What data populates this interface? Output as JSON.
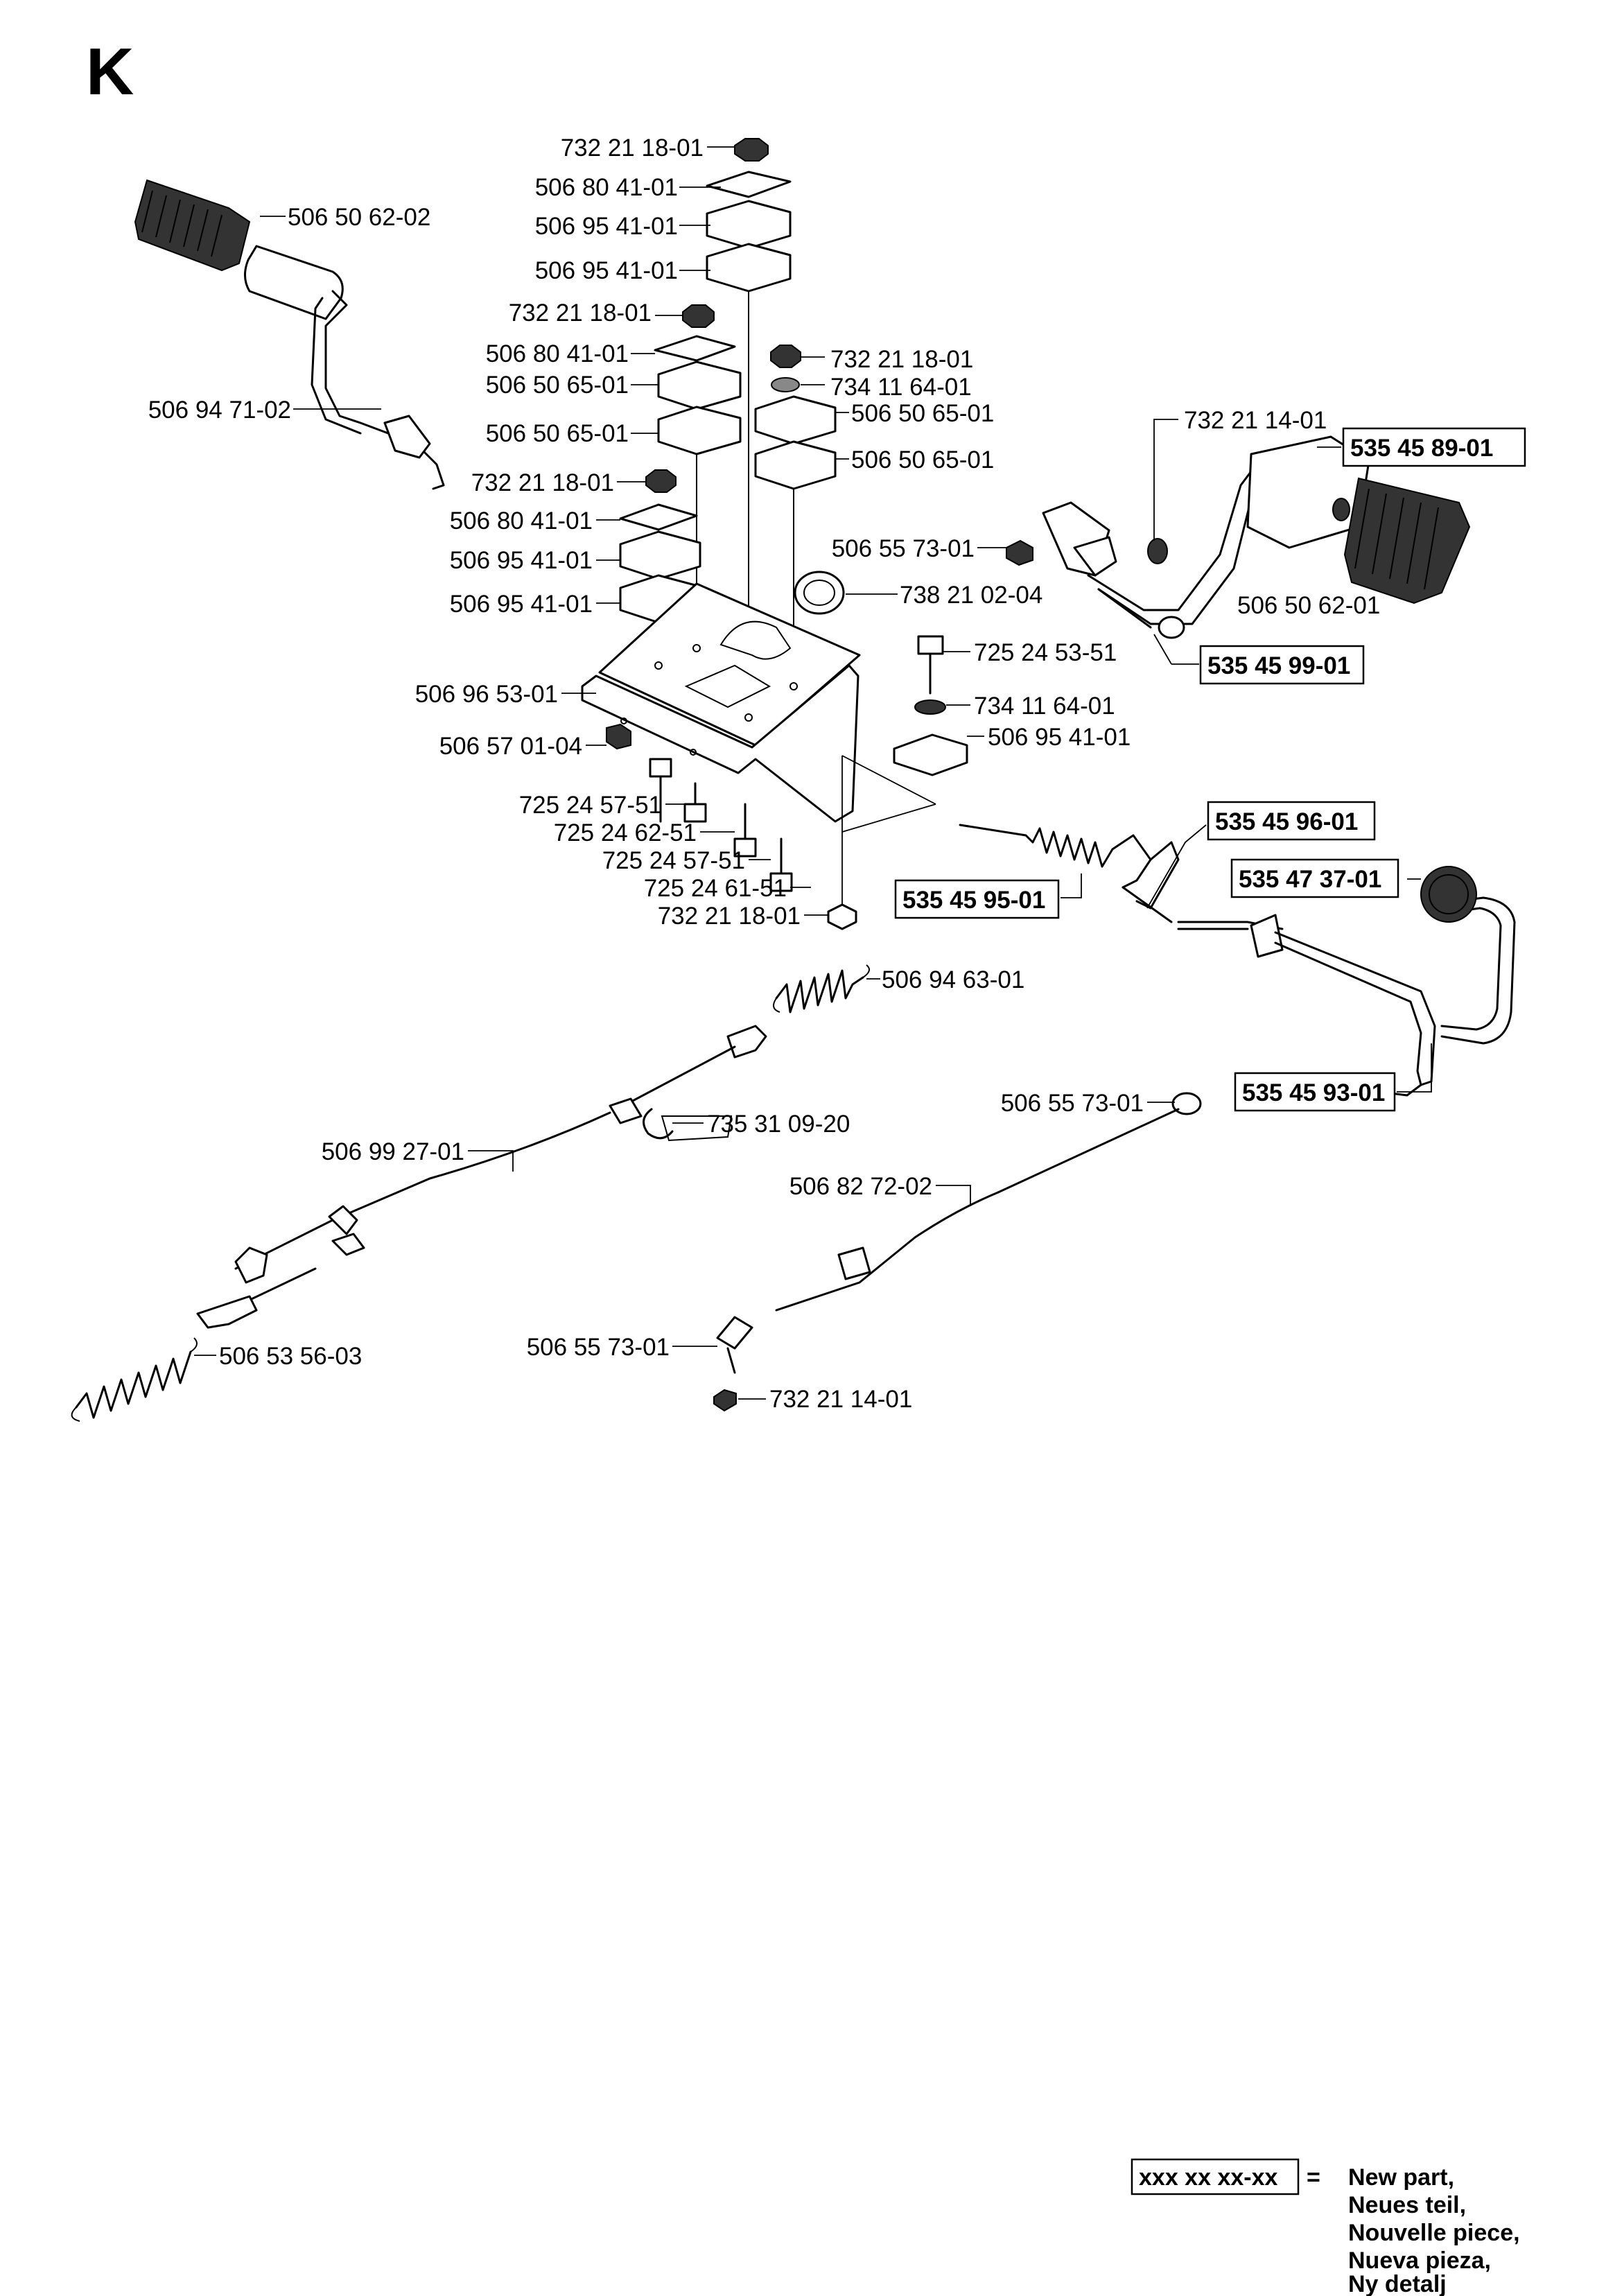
{
  "section": "K",
  "labels": {
    "p1": "732 21 18-01",
    "p2": "506 80 41-01",
    "p3": "506 95 41-01",
    "p4": "506 95 41-01",
    "p5": "506 50 62-02",
    "p6": "732 21 18-01",
    "p7": "506 80 41-01",
    "p8": "506 50 65-01",
    "p9": "732 21 18-01",
    "p10": "734 11 64-01",
    "p11": "506 50 65-01",
    "p12": "506 94 71-02",
    "p13": "506 50 65-01",
    "p14": "506 50 65-01",
    "p15": "732 21 14-01",
    "p16": "535 45 89-01",
    "p17": "732 21 18-01",
    "p18": "506 80 41-01",
    "p19": "506 55 73-01",
    "p20": "506 95 41-01",
    "p21": "738 21 02-04",
    "p22": "506 95 41-01",
    "p23": "506 50 62-01",
    "p24": "725 24 53-51",
    "p25": "535 45 99-01",
    "p26": "506 96 53-01",
    "p27": "734 11 64-01",
    "p28": "506 57 01-04",
    "p29": "506 95 41-01",
    "p30": "725 24 57-51",
    "p31": "535 45 96-01",
    "p32": "725 24 62-51",
    "p33": "535 47 37-01",
    "p34": "725 24 57-51",
    "p35": "725 24 61-51",
    "p36": "535 45 95-01",
    "p37": "732 21 18-01",
    "p38": "506 94 63-01",
    "p39": "535 45 93-01",
    "p40": "506 55 73-01",
    "p41": "735 31 09-20",
    "p42": "506 99 27-01",
    "p43": "506 82 72-02",
    "p44": "506 53 56-03",
    "p45": "506 55 73-01",
    "p46": "732 21 14-01"
  },
  "legend": {
    "code": "xxx xx xx-xx",
    "equals": "=",
    "line1": "New part,",
    "line2": "Neues teil,",
    "line3": "Nouvelle piece,",
    "line4": "Nueva pieza,",
    "line5": "Ny detalj"
  }
}
